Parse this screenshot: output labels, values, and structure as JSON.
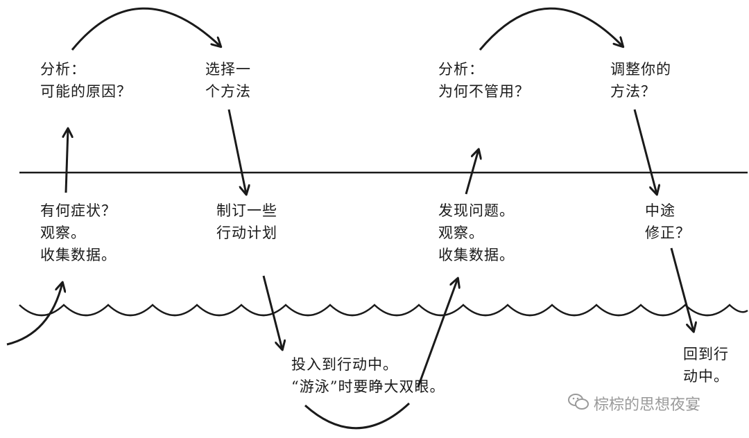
{
  "labels": {
    "analyze_1": [
      "分析：",
      "可能的原因？"
    ],
    "choose_method": [
      "选择一",
      "个方法"
    ],
    "analyze_2": [
      "分析：",
      "为何不管用？"
    ],
    "adjust_method": [
      "调整你的",
      "方法？"
    ],
    "symptoms": [
      "有何症状？",
      "观察。",
      "收集数据。"
    ],
    "make_plan": [
      "制订一些",
      "行动计划"
    ],
    "find_problem": [
      "发现问题。",
      "观察。",
      "收集数据。"
    ],
    "midcourse": [
      "中途",
      "修正？"
    ],
    "into_action": [
      "投入到行动中。",
      "“游泳”时要睁大双眼。"
    ],
    "back_to_action": [
      "回到行",
      "动中。"
    ]
  },
  "watermark": {
    "text": "棕棕的思想夜宴",
    "icon": "wechat-icon"
  },
  "colors": {
    "ink": "#1a1a1a",
    "watermark": "#9a9a9a"
  }
}
